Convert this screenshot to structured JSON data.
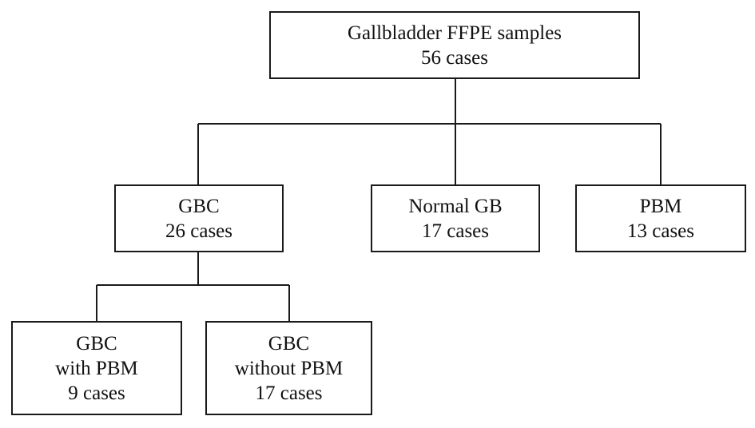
{
  "colors": {
    "line": "#1a1a1a",
    "text": "#111111",
    "background": "#ffffff"
  },
  "nodes": {
    "root": {
      "lines": [
        "Gallbladder FFPE samples",
        "56 cases"
      ]
    },
    "gbc": {
      "lines": [
        "GBC",
        "26 cases"
      ]
    },
    "normal": {
      "lines": [
        "Normal GB",
        "17 cases"
      ]
    },
    "pbm": {
      "lines": [
        "PBM",
        "13 cases"
      ]
    },
    "gbc_with_pbm": {
      "lines": [
        "GBC",
        "with PBM",
        "9 cases"
      ]
    },
    "gbc_without_pbm": {
      "lines": [
        "GBC",
        "without PBM",
        "17 cases"
      ]
    }
  },
  "edges": [
    {
      "from": "root",
      "to": [
        "gbc",
        "normal",
        "pbm"
      ]
    },
    {
      "from": "gbc",
      "to": [
        "gbc_with_pbm",
        "gbc_without_pbm"
      ]
    }
  ]
}
